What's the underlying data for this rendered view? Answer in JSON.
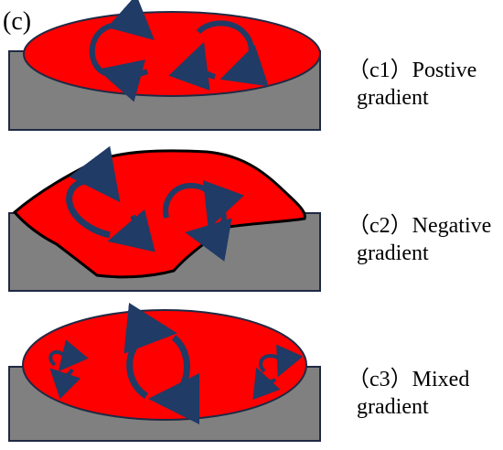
{
  "figure": {
    "letter": "(c)"
  },
  "colors": {
    "melt_pool": "#ff0000",
    "substrate": "#808080",
    "outline": "#1f2a44",
    "flow_arrow": "#1f3b66"
  },
  "panels": [
    {
      "id": "c1",
      "label_prefix": "（c1）",
      "label_line1": "Postive",
      "label_line2": "gradient"
    },
    {
      "id": "c2",
      "label_prefix": "（c2）",
      "label_line1": "Negative",
      "label_line2": "gradient"
    },
    {
      "id": "c3",
      "label_prefix": "（c3）",
      "label_line1": "Mixed",
      "label_line2": "gradient"
    }
  ]
}
